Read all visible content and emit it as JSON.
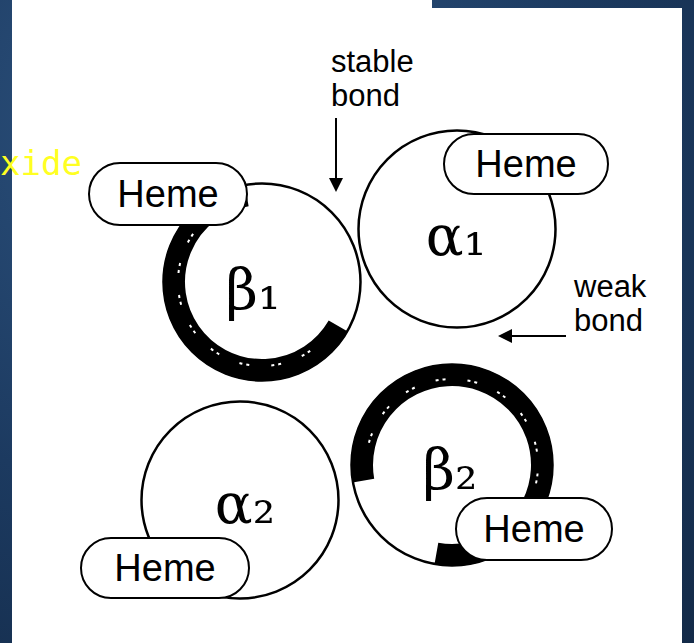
{
  "diagram": {
    "nodes": [
      {
        "text": [
          "Heme"
        ]
      },
      {
        "text": [
          "β₁"
        ]
      },
      {
        "text": [
          "Heme"
        ]
      },
      {
        "text": [
          "α₁"
        ]
      },
      {
        "text": [
          "β₂"
        ]
      },
      {
        "text": [
          "Heme"
        ]
      },
      {
        "text": [
          "α₂"
        ]
      },
      {
        "text": [
          "Heme"
        ]
      }
    ],
    "labels": [
      "xide",
      "stable bond",
      "weak bond"
    ]
  }
}
